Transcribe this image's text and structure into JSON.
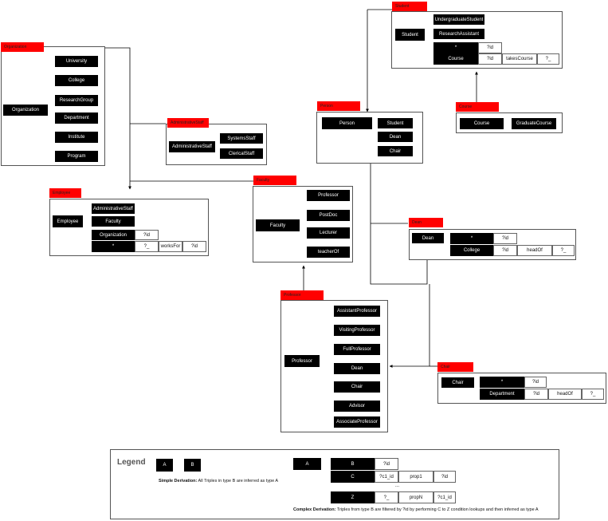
{
  "titles": {
    "organization": "Organization",
    "administrative_staff": "AdministrativeStaff",
    "employee": "Employee",
    "faculty": "Faculty",
    "professor": "Professor",
    "person": "Person",
    "student": "Student",
    "course": "Course",
    "dean": "Dean",
    "chair": "Chair"
  },
  "organization": {
    "root": "Organization",
    "subtypes": [
      "University",
      "College",
      "ResearchGroup",
      "Department",
      "Institute",
      "Program"
    ]
  },
  "administrative_staff": {
    "root": "AdministrativeStaff",
    "subtypes": [
      "SystemsStaff",
      "ClericalStaff"
    ]
  },
  "employee": {
    "root": "Employee",
    "subtypes": [
      "AdministrativeStaff",
      "Faculty"
    ],
    "condition": {
      "type": "Organization",
      "var": "?id",
      "source": "*",
      "id_ref": "?_",
      "property": "worksFor",
      "object": "?id"
    }
  },
  "faculty": {
    "root": "Faculty",
    "subtypes": [
      "Professor",
      "PostDoc",
      "Lecturer",
      "teacherOf"
    ]
  },
  "professor": {
    "root": "Professor",
    "subtypes": [
      "AssistantProfessor",
      "VisitingProfessor",
      "FullProfessor",
      "Dean",
      "Chair",
      "Advisor",
      "AssociateProfessor"
    ]
  },
  "person": {
    "root": "Person",
    "subtypes": [
      "Student",
      "Dean",
      "Chair"
    ]
  },
  "student": {
    "root": "Student",
    "subtypes": [
      "UndergraduateStudent",
      "ResearchAssistant"
    ],
    "condition": {
      "source": "*",
      "var": "?id",
      "type": "Course",
      "id_ref": "?id",
      "property": "takesCourse",
      "object": "?_"
    }
  },
  "course": {
    "root": "Course",
    "subtypes": [
      "GraduateCourse"
    ]
  },
  "dean": {
    "root": "Dean",
    "condition": {
      "source": "*",
      "var": "?id",
      "type": "College",
      "id_ref": "?id",
      "property": "headOf",
      "object": "?_"
    }
  },
  "chair": {
    "root": "Chair",
    "condition": {
      "source": "*",
      "var": "?id",
      "type": "Department",
      "id_ref": "?id",
      "property": "headOf",
      "object": "?_"
    }
  },
  "legend": {
    "title": "Legend",
    "simple": {
      "a": "A",
      "b": "B",
      "label_bold": "Simple Derivation:",
      "label_text": " All Triples in type B are inferred as type A"
    },
    "complex": {
      "a": "A",
      "b": "B",
      "b_var": "?id",
      "c": "C",
      "c_var": "?c1_id",
      "c_prop": "prop1",
      "c_obj": "?id",
      "ellipsis": "...",
      "z": "Z",
      "z_var": "?_",
      "z_prop": "propN",
      "z_obj": "?c1_id",
      "label_bold": "Complex Derivation:",
      "label_text": " Triples from type B are filtered by ?id by performing C to Z condition lookups and then inferred as type A"
    }
  }
}
